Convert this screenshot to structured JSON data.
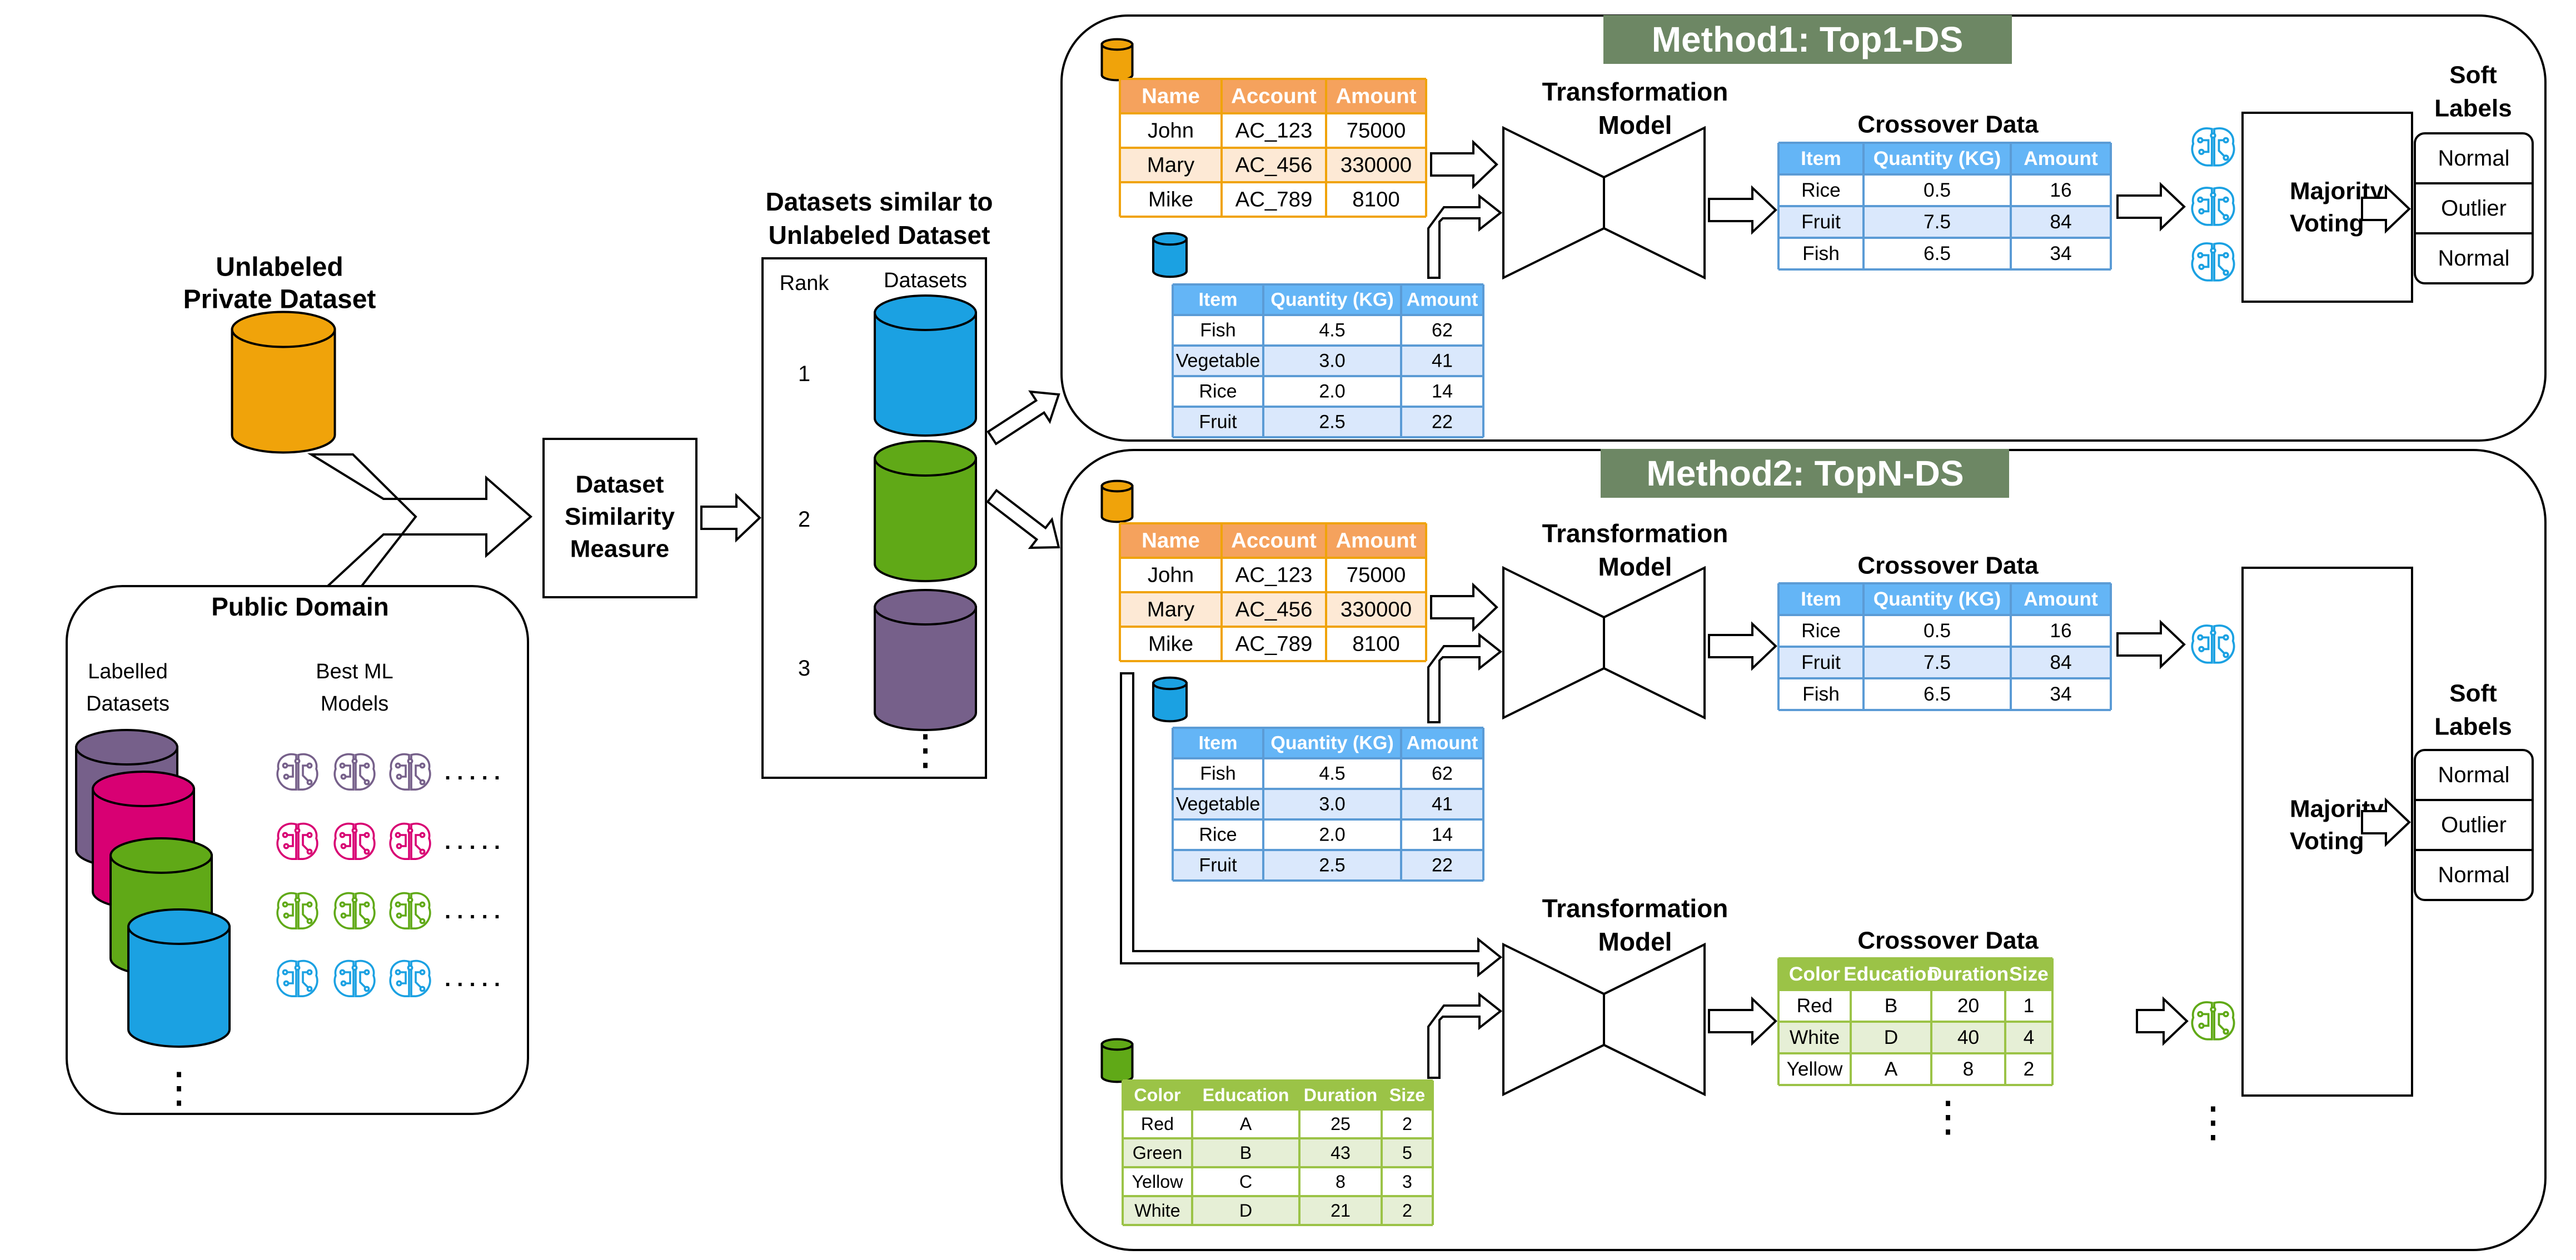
{
  "left": {
    "private_title": [
      "Unlabeled",
      "Private Dataset"
    ],
    "public_title": "Public Domain",
    "labelled_label": [
      "Labelled",
      "Datasets"
    ],
    "models_label": [
      "Best ML",
      "Models"
    ],
    "ellipsis_h": ". . . . .",
    "ellipsis_v": "⋮"
  },
  "similarity": {
    "label": [
      "Dataset",
      "Similarity",
      "Measure"
    ]
  },
  "ranking": {
    "title": [
      "Datasets similar to",
      "Unlabeled Dataset"
    ],
    "rank_header": "Rank",
    "datasets_header": "Datasets",
    "ranks": [
      "1",
      "2",
      "3"
    ],
    "ellipsis_v": "⋮"
  },
  "method1": {
    "banner": "Method1: Top1-DS",
    "transform_label": [
      "Transformation",
      "Model"
    ],
    "crossover_label": "Crossover Data",
    "voting_label": [
      "Majority",
      "Voting"
    ],
    "soft_labels_title": [
      "Soft",
      "Labels"
    ],
    "soft_labels": [
      "Normal",
      "Outlier",
      "Normal"
    ]
  },
  "method2": {
    "banner": "Method2: TopN-DS",
    "transform_label": [
      "Transformation",
      "Model"
    ],
    "crossover_label": "Crossover Data",
    "transform_label_b": [
      "Transformation",
      "Model"
    ],
    "crossover_label_b": "Crossover Data",
    "voting_label": [
      "Majority",
      "Voting"
    ],
    "soft_labels_title": [
      "Soft",
      "Labels"
    ],
    "soft_labels": [
      "Normal",
      "Outlier",
      "Normal"
    ],
    "ellipsis_v": "⋮"
  },
  "tables": {
    "private": {
      "headers": [
        "Name",
        "Account",
        "Amount"
      ],
      "rows": [
        [
          "John",
          "AC_123",
          "75000"
        ],
        [
          "Mary",
          "AC_456",
          "330000"
        ],
        [
          "Mike",
          "AC_789",
          "8100"
        ]
      ]
    },
    "food": {
      "headers": [
        "Item",
        "Quantity (KG)",
        "Amount"
      ],
      "rows": [
        [
          "Fish",
          "4.5",
          "62"
        ],
        [
          "Vegetable",
          "3.0",
          "41"
        ],
        [
          "Rice",
          "2.0",
          "14"
        ],
        [
          "Fruit",
          "2.5",
          "22"
        ]
      ]
    },
    "crossover_food": {
      "headers": [
        "Item",
        "Quantity (KG)",
        "Amount"
      ],
      "rows": [
        [
          "Rice",
          "0.5",
          "16"
        ],
        [
          "Fruit",
          "7.5",
          "84"
        ],
        [
          "Fish",
          "6.5",
          "34"
        ]
      ]
    },
    "education": {
      "headers": [
        "Color",
        "Education",
        "Duration",
        "Size"
      ],
      "rows": [
        [
          "Red",
          "A",
          "25",
          "2"
        ],
        [
          "Green",
          "B",
          "43",
          "5"
        ],
        [
          "Yellow",
          "C",
          "8",
          "3"
        ],
        [
          "White",
          "D",
          "21",
          "2"
        ]
      ]
    },
    "crossover_education": {
      "headers": [
        "Color",
        "Education",
        "Duration",
        "Size"
      ],
      "rows": [
        [
          "Red",
          "B",
          "20",
          "1"
        ],
        [
          "White",
          "D",
          "40",
          "4"
        ],
        [
          "Yellow",
          "A",
          "8",
          "2"
        ]
      ]
    }
  },
  "colors": {
    "orange": "#F0A30A",
    "orange_header": "#F5A25D",
    "orange_alt": "#FDE9D5",
    "blue": "#1BA1E2",
    "blue_header": "#64B5F6",
    "blue_alt": "#DAE8FC",
    "green": "#60A917",
    "green_header": "#9BC347",
    "green_alt": "#E6EFD6",
    "purple": "#76608A",
    "magenta": "#D80073",
    "banner": "#6D8764",
    "stroke": "#000000"
  }
}
